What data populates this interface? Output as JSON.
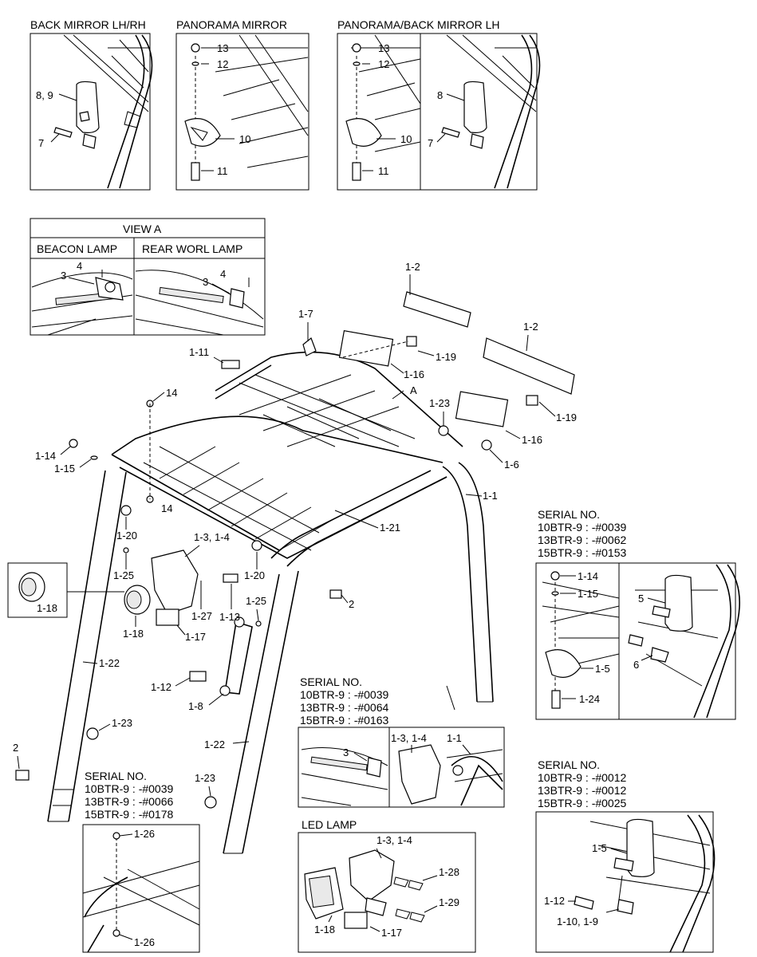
{
  "insets": {
    "back_mirror_title": "BACK MIRROR LH/RH",
    "panorama_title": "PANORAMA MIRROR",
    "panorama_back_title": "PANORAMA/BACK MIRROR LH",
    "view_a_title": "VIEW A",
    "beacon_title": "BEACON LAMP",
    "rear_work_title": "REAR WORL LAMP",
    "led_title": "LED LAMP"
  },
  "serials": {
    "s1": {
      "head": "SERIAL NO.",
      "l1": "10BTR-9 : -#0039",
      "l2": "13BTR-9 : -#0062",
      "l3": "15BTR-9 : -#0153"
    },
    "s2": {
      "head": "SERIAL NO.",
      "l1": "10BTR-9 : -#0039",
      "l2": "13BTR-9 : -#0064",
      "l3": "15BTR-9 : -#0163"
    },
    "s3": {
      "head": "SERIAL NO.",
      "l1": "10BTR-9 : -#0012",
      "l2": "13BTR-9 : -#0012",
      "l3": "15BTR-9 : -#0025"
    },
    "s4": {
      "head": "SERIAL NO.",
      "l1": "10BTR-9 : -#0039",
      "l2": "13BTR-9 : -#0066",
      "l3": "15BTR-9 : -#0178"
    }
  },
  "labels": {
    "p8_9": "8, 9",
    "p7": "7",
    "p13": "13",
    "p12": "12",
    "p10": "10",
    "p11": "11",
    "p8": "8",
    "p4": "4",
    "p3": "3",
    "p1_2": "1-2",
    "p1_7": "1-7",
    "p1_11": "1-11",
    "p1_19": "1-19",
    "p1_16": "1-16",
    "pA": "A",
    "p14": "14",
    "p1_23": "1-23",
    "p1_6": "1-6",
    "p1_14": "1-14",
    "p1_15": "1-15",
    "p1_1": "1-1",
    "p1_20": "1-20",
    "p1_21": "1-21",
    "p1_3_4": "1-3, 1-4",
    "p1_25": "1-25",
    "p1_18": "1-18",
    "p1_27": "1-27",
    "p1_13": "1-13",
    "p1_17": "1-17",
    "p2": "2",
    "p1_22": "1-22",
    "p1_12": "1-12",
    "p1_8": "1-8",
    "p1_5": "1-5",
    "p5": "5",
    "p6": "6",
    "p1_24": "1-24",
    "p1_26": "1-26",
    "p1_28": "1-28",
    "p1_29": "1-29",
    "p1_10_9": "1-10, 1-9"
  }
}
